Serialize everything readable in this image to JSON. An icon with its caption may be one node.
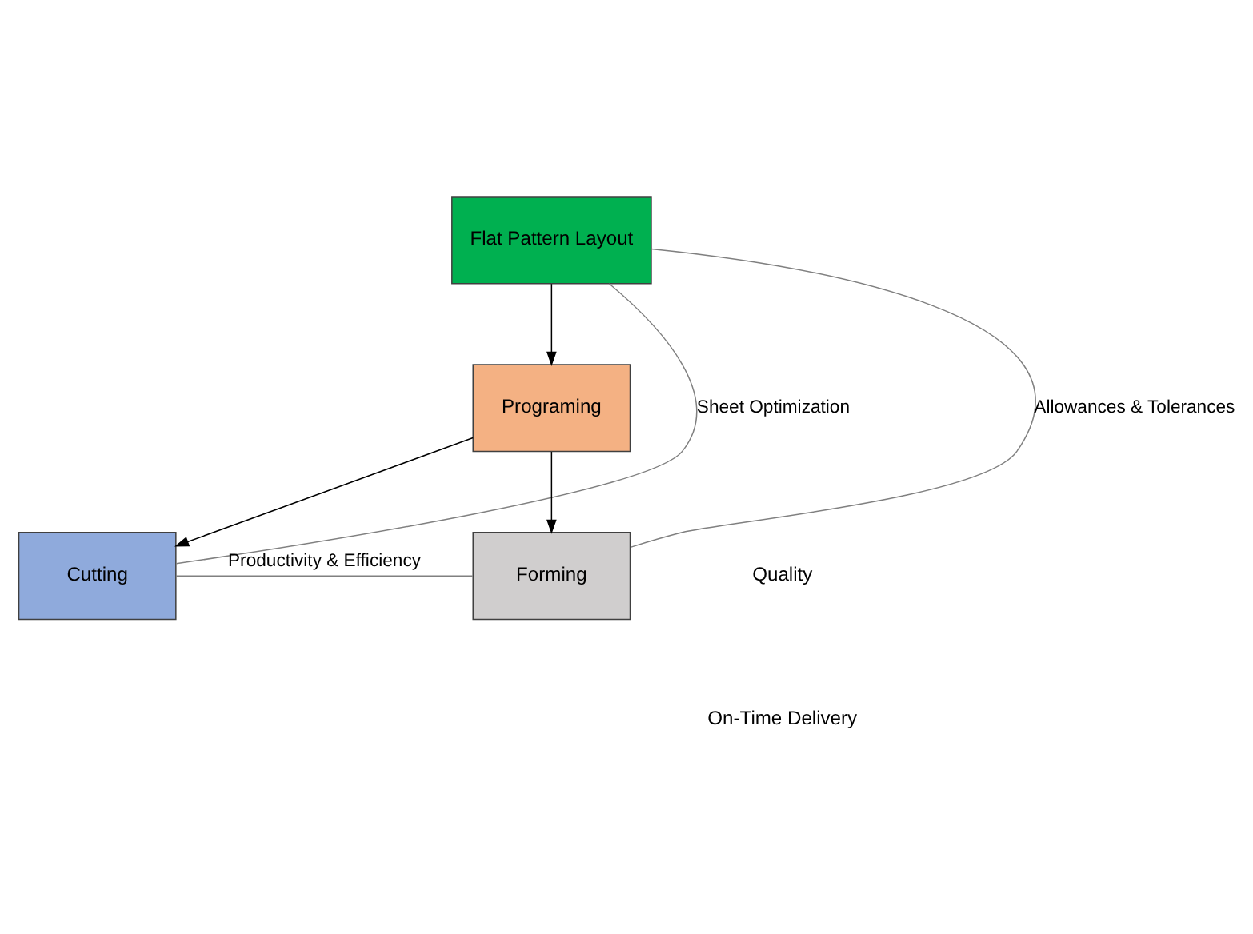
{
  "diagram": {
    "nodes": [
      {
        "text": [
          "Flat Pattern Layout"
        ]
      },
      {
        "text": [
          "Programing"
        ]
      },
      {
        "text": [
          "Cutting"
        ]
      },
      {
        "text": [
          "Forming"
        ]
      }
    ],
    "edges": [
      {
        "from": 0,
        "to": 1,
        "arrow": "to"
      },
      {
        "from": 1,
        "to": 2,
        "arrow": "to"
      },
      {
        "from": 1,
        "to": 3,
        "arrow": "to"
      },
      {
        "from": 0,
        "to": 2,
        "arrow": "none",
        "label": "Sheet Optimization",
        "color": "#808080"
      },
      {
        "from": 0,
        "to": 3,
        "arrow": "none",
        "label": "Allowances & Tolerances",
        "color": "#808080"
      },
      {
        "from": 2,
        "to": 3,
        "arrow": "none",
        "label": "Productivity & Efficiency",
        "color": "#808080"
      }
    ],
    "labels": [
      "Quality",
      "On-Time Delivery"
    ]
  }
}
